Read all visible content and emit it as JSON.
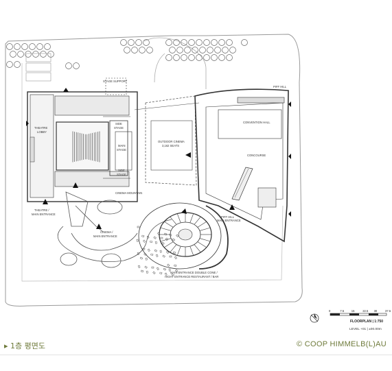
{
  "plan": {
    "labels": {
      "stage_support": "STAGE SUPPORT",
      "piff_hill_top": "PIFF HILL",
      "theatre_lobby_1": "THEATRE",
      "theatre_lobby_2": "LOBBY",
      "side_stage_top_1": "SIDE",
      "side_stage_top_2": "STAGE",
      "main_stage_1": "MAIN",
      "main_stage_2": "STAGE",
      "side_stage_bottom_1": "SIDE",
      "side_stage_bottom_2": "STAGE",
      "outdoor_cinema_1": "OUTDOOR CINEMA",
      "outdoor_cinema_2": "3,162 SEATS",
      "convention_hall": "CONVENTION HALL",
      "concourse": "CONCOURSE",
      "cinema_mountain": "CINEMA MOUNTAIN",
      "theatre_entrance_1": "THEATRE /",
      "theatre_entrance_2": "MAIN ENTRANCE",
      "cinema_entrance_1": "CINEMA /",
      "cinema_entrance_2": "MAIN ENTRANCE",
      "piff_hill_entrance_1": "PIFF HILL",
      "piff_hill_entrance_2": "MAIN ENTRANCE",
      "double_cone_1": "MAIN ENTRANCE DOUBLE CONE /",
      "double_cone_2": "HIGHT ENTRANCE RESTAURANT / BAR"
    },
    "scale": {
      "ticks": [
        "0",
        "7.5",
        "15",
        "22.5",
        "30",
        "37.5"
      ],
      "title": "FLOORPLAN | 1:750",
      "level": "LEVEL +01 | ±00.00m"
    }
  },
  "footer": {
    "caption": "▸ 1층 평면도",
    "credit": "© COOP HIMMELB(L)AU"
  }
}
